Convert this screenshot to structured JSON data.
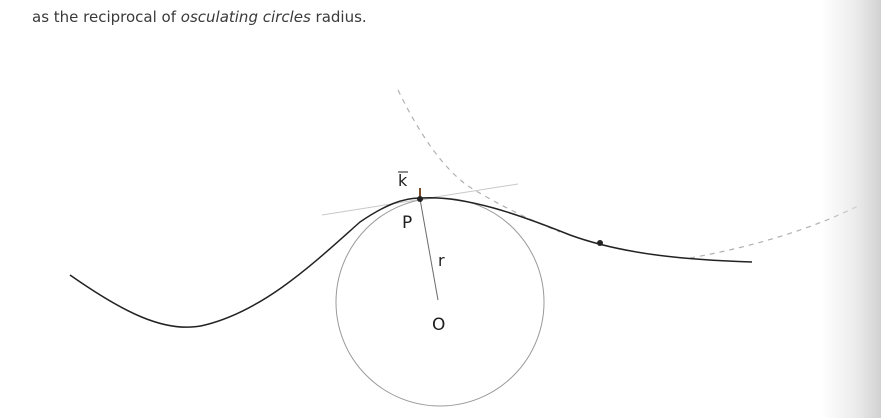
{
  "caption": {
    "before": "as the reciprocal of ",
    "emphasis": "osculating circles",
    "after": " radius."
  },
  "labels": {
    "curvature": "k",
    "point": "P",
    "radius": "r",
    "center": "O"
  },
  "colors": {
    "curve": "#222222",
    "circle": "#9a9a9a",
    "tangent": "#c8c8c8",
    "dashed": "#b0b0b0",
    "curvature_vector": "#7a4a2a",
    "caption": "#3a3a3a"
  }
}
